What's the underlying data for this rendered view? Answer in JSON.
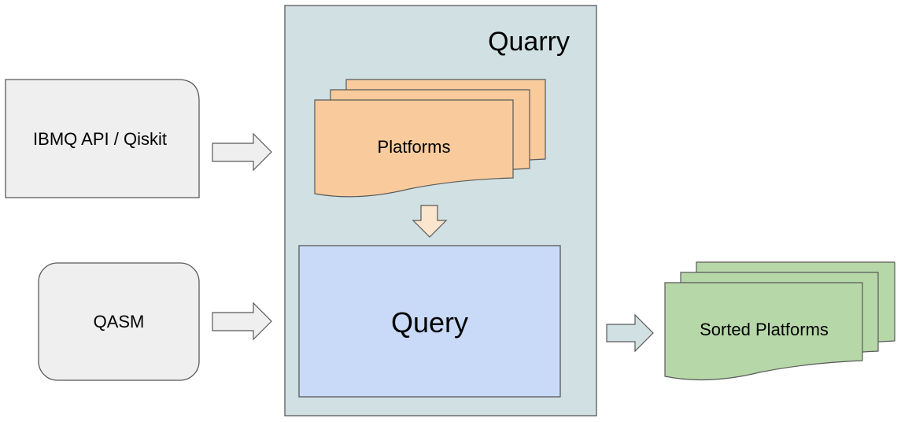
{
  "diagram": {
    "container": {
      "title": "Quarry",
      "fill": "#d0e0e3"
    },
    "inputs": {
      "ibmq": {
        "label": "IBMQ API / Qiskit",
        "fill": "#efefef"
      },
      "qasm": {
        "label": "QASM",
        "fill": "#efefef"
      }
    },
    "platforms": {
      "label": "Platforms",
      "fill": "#f9cb9c"
    },
    "query": {
      "label": "Query",
      "fill": "#c9daf8"
    },
    "output": {
      "label": "Sorted Platforms",
      "fill": "#b6d7a8"
    },
    "arrows": {
      "input_fill": "#efefef",
      "down_fill": "#fce5cd",
      "output_fill": "#d0e0e3"
    },
    "stroke": "#595959"
  }
}
